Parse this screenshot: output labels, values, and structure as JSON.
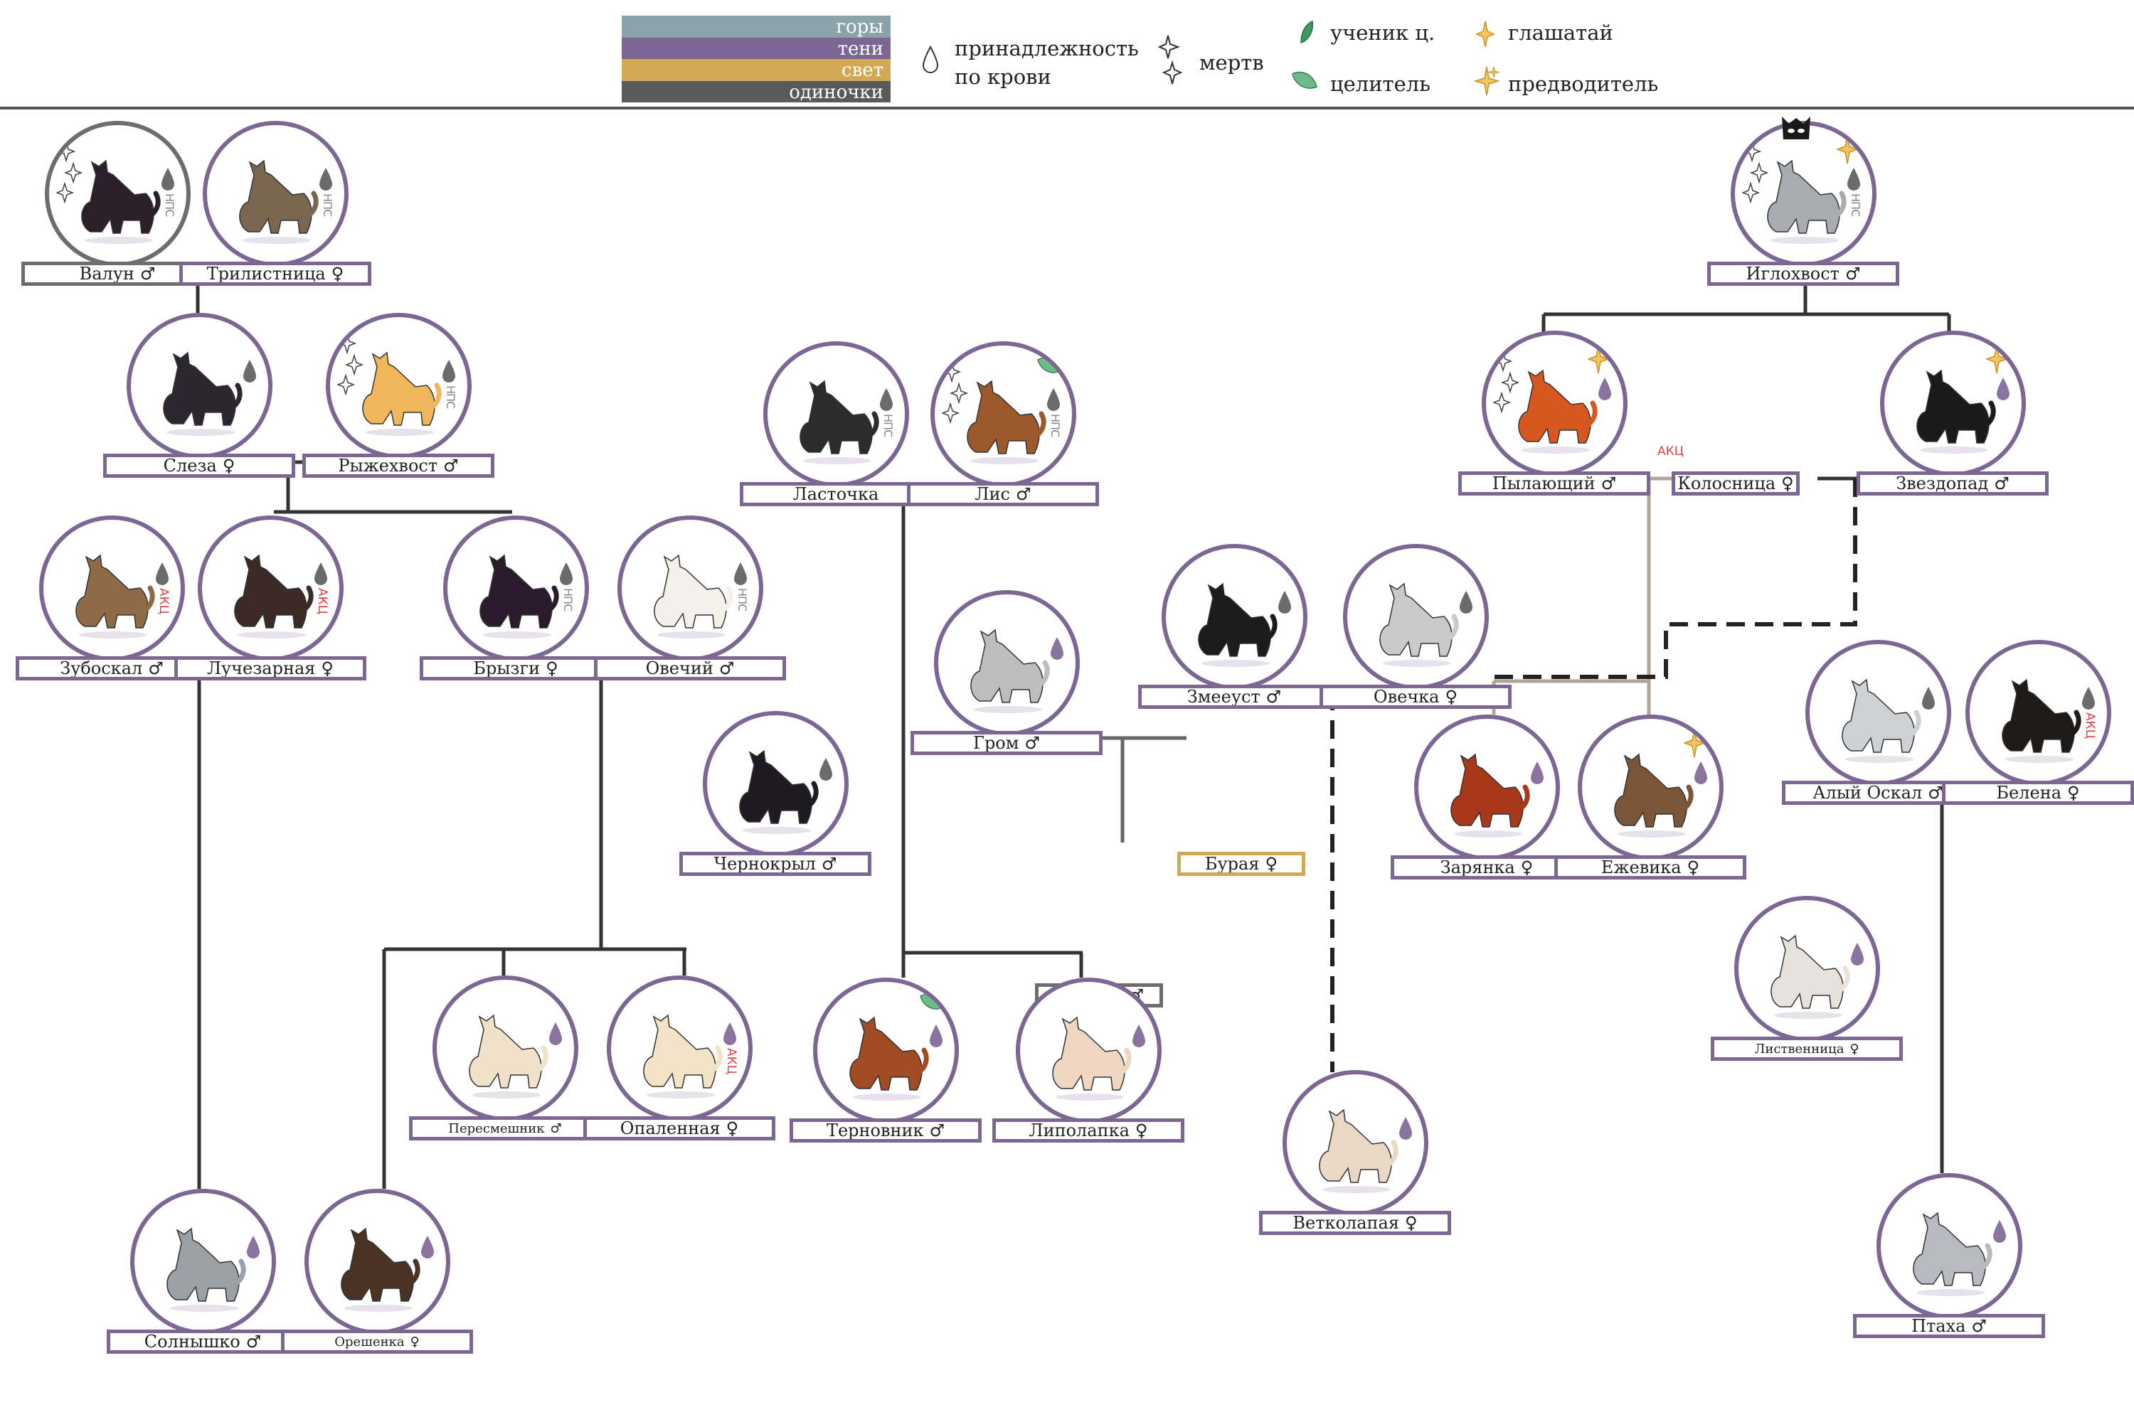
{
  "legend": {
    "groups": [
      {
        "label": "горы",
        "color": "#8aa3ab"
      },
      {
        "label": "тени",
        "color": "#7c6794"
      },
      {
        "label": "свет",
        "color": "#d2a855"
      },
      {
        "label": "одиночки",
        "color": "#5a5a5a"
      }
    ],
    "blood": "принадлежность\nпо крови",
    "dead": "мертв",
    "apprentice": "ученик ц.",
    "healer": "целитель",
    "herald": "глашатай",
    "leader": "предводитель"
  },
  "colors": {
    "shadows": "#7c6794",
    "mountains": "#8aa3ab",
    "light": "#d2a855",
    "loners": "#5a5a5a",
    "line": "#333333",
    "line_tan": "#b3a497"
  },
  "cats": [
    {
      "id": "valun",
      "name": "Валун",
      "sex": "♂",
      "clan": "loners",
      "npc": "НПС",
      "dead": true,
      "fur": "#2a1f2b"
    },
    {
      "id": "trilist",
      "name": "Трилистница",
      "sex": "♀",
      "clan": "shadows",
      "npc": "НПС",
      "fur": "#7a6650"
    },
    {
      "id": "sleza",
      "name": "Слеза",
      "sex": "♀",
      "clan": "shadows",
      "fur": "#2b2630"
    },
    {
      "id": "ryzh",
      "name": "Рыжехвост",
      "sex": "♂",
      "clan": "shadows",
      "npc": "НПС",
      "dead": true,
      "fur": "#f0b65a"
    },
    {
      "id": "zubo",
      "name": "Зубоскал",
      "sex": "♂",
      "clan": "shadows",
      "akc": "АКЦ",
      "fur": "#8e6a46"
    },
    {
      "id": "luch",
      "name": "Лучезарная",
      "sex": "♀",
      "clan": "shadows",
      "akc": "АКЦ",
      "fur": "#3b2a25"
    },
    {
      "id": "bryzgi",
      "name": "Брызги",
      "sex": "♀",
      "clan": "shadows",
      "npc": "НПС",
      "fur": "#2a1a2c"
    },
    {
      "id": "ovech",
      "name": "Овечий",
      "sex": "♂",
      "clan": "shadows",
      "npc": "НПС",
      "fur": "#f4f0ea"
    },
    {
      "id": "chernokryl",
      "name": "Чернокрыл",
      "sex": "♂",
      "clan": "shadows",
      "fur": "#1e1a24"
    },
    {
      "id": "peresm",
      "name": "Пересмешник",
      "sex": "♂",
      "clan": "shadows",
      "purple": true,
      "fur": "#efe2c9"
    },
    {
      "id": "opal",
      "name": "Опаленная",
      "sex": "♀",
      "clan": "shadows",
      "purple": true,
      "akc": "АКЦ",
      "fur": "#f2e2c6"
    },
    {
      "id": "solnyshko",
      "name": "Солнышко",
      "sex": "♂",
      "clan": "shadows",
      "purple": true,
      "fur": "#9aa0a6"
    },
    {
      "id": "oreshenka",
      "name": "Орешенка",
      "sex": "♀",
      "clan": "shadows",
      "purple": true,
      "fur": "#4a3322"
    },
    {
      "id": "lastochka",
      "name": "Ласточка",
      "sex": "",
      "clan": "shadows",
      "npc": "НПС",
      "fur": "#2c2c2c"
    },
    {
      "id": "lis",
      "name": "Лис",
      "sex": "♂",
      "clan": "shadows",
      "npc": "НПС",
      "dead": true,
      "fur": "#9c5a2c"
    },
    {
      "id": "grom",
      "name": "Гром",
      "sex": "♂",
      "clan": "shadows",
      "purple": true,
      "fur": "#bdbdbd"
    },
    {
      "id": "buraya",
      "name": "Бурая",
      "sex": "♀",
      "clan": "light"
    },
    {
      "id": "lomaka",
      "name": "Ломака",
      "sex": "♂",
      "clan": "loners"
    },
    {
      "id": "ternov",
      "name": "Терновник",
      "sex": "♂",
      "clan": "shadows",
      "purple": true,
      "fur": "#a04b23"
    },
    {
      "id": "lipo",
      "name": "Липолапка",
      "sex": "♀",
      "clan": "shadows",
      "purple": true,
      "fur": "#efd6c0"
    },
    {
      "id": "zmeeust",
      "name": "Змееуст",
      "sex": "♂",
      "clan": "shadows",
      "fur": "#1b1b1b"
    },
    {
      "id": "ovechka",
      "name": "Овечка",
      "sex": "♀",
      "clan": "shadows",
      "fur": "#c9c9c9"
    },
    {
      "id": "vetko",
      "name": "Ветколапая",
      "sex": "♀",
      "clan": "shadows",
      "purple": true,
      "fur": "#e9d8c4"
    },
    {
      "id": "igl",
      "name": "Иглохвост",
      "sex": "♂",
      "clan": "shadows",
      "npc": "НПС",
      "dead": true,
      "fur": "#a8acb0"
    },
    {
      "id": "pyl",
      "name": "Пылающий",
      "sex": "♂",
      "clan": "shadows",
      "purple": true,
      "dead": true,
      "fur": "#d8571f"
    },
    {
      "id": "kolos",
      "name": "Колосница",
      "sex": "♀",
      "clan": "shadows",
      "akc": "АКЦ"
    },
    {
      "id": "zvezdo",
      "name": "Звездопад",
      "sex": "♂",
      "clan": "shadows",
      "purple": true,
      "fur": "#1a1a1a"
    },
    {
      "id": "zaryanka",
      "name": "Зарянка",
      "sex": "♀",
      "clan": "shadows",
      "purple": true,
      "fur": "#a8381a"
    },
    {
      "id": "ezhevika",
      "name": "Ежевика",
      "sex": "♀",
      "clan": "shadows",
      "purple": true,
      "fur": "#7b5537"
    },
    {
      "id": "alyy",
      "name": "Алый Оскал",
      "sex": "♂",
      "clan": "shadows",
      "fur": "#cfd2d5"
    },
    {
      "id": "belena",
      "name": "Белена",
      "sex": "♀",
      "clan": "shadows",
      "akc": "АКЦ",
      "fur": "#1d1a17"
    },
    {
      "id": "listv",
      "name": "Лиственница",
      "sex": "♀",
      "clan": "shadows",
      "purple": true,
      "fur": "#e8e2dc"
    },
    {
      "id": "ptaha",
      "name": "Птаха",
      "sex": "♂",
      "clan": "shadows",
      "purple": true,
      "fur": "#b9b9c2"
    }
  ]
}
